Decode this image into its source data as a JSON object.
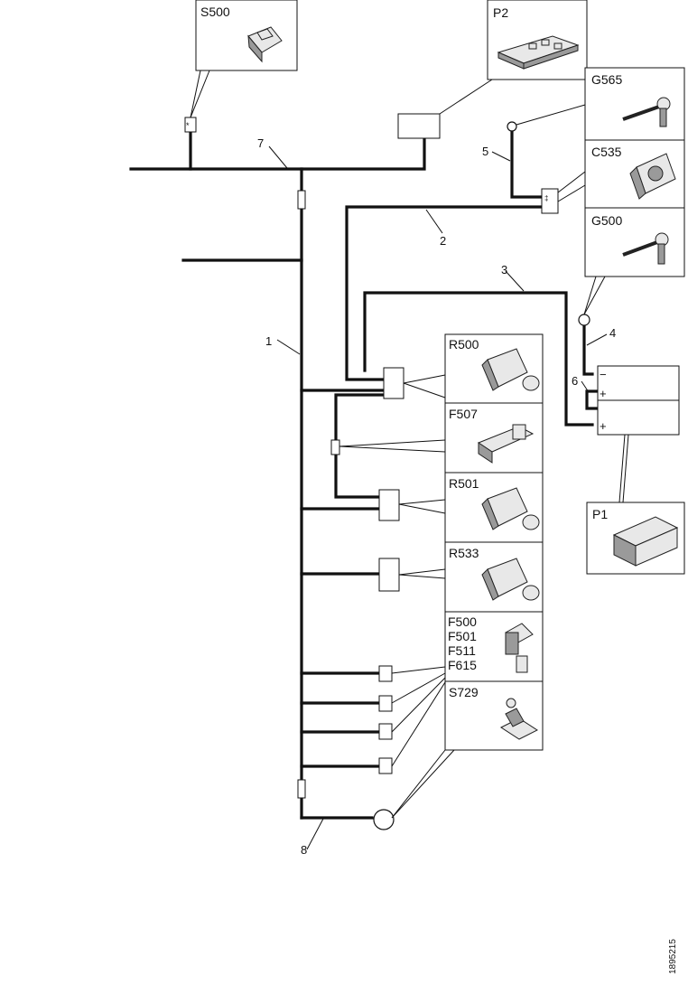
{
  "components": {
    "s500": "S500",
    "p2": "P2",
    "g565": "G565",
    "c535": "C535",
    "g500": "G500",
    "r500": "R500",
    "f507": "F507",
    "r501": "R501",
    "r533": "R533",
    "f500": "F500",
    "f501": "F501",
    "f511": "F511",
    "f615": "F615",
    "s729": "S729",
    "p1": "P1"
  },
  "wires": {
    "w1": "1",
    "w2": "2",
    "w3": "3",
    "w4": "4",
    "w5": "5",
    "w6": "6",
    "w7": "7",
    "w8": "8"
  },
  "battery": {
    "minus_label": "−",
    "plus_top_label": "+",
    "plus_bottom_label": "+"
  },
  "ground_mark": "‡",
  "reference_number": "1895215"
}
